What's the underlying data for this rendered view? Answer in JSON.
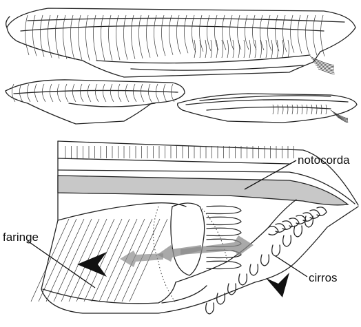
{
  "labels": {
    "notocorda": "notocorda",
    "faringe": "faringe",
    "cirros": "cirros"
  },
  "colors": {
    "line": "#222222",
    "notochord_fill": "#c8c8c8",
    "arrow_dark": "#111111",
    "arrow_gray": "#8c8c8c"
  }
}
